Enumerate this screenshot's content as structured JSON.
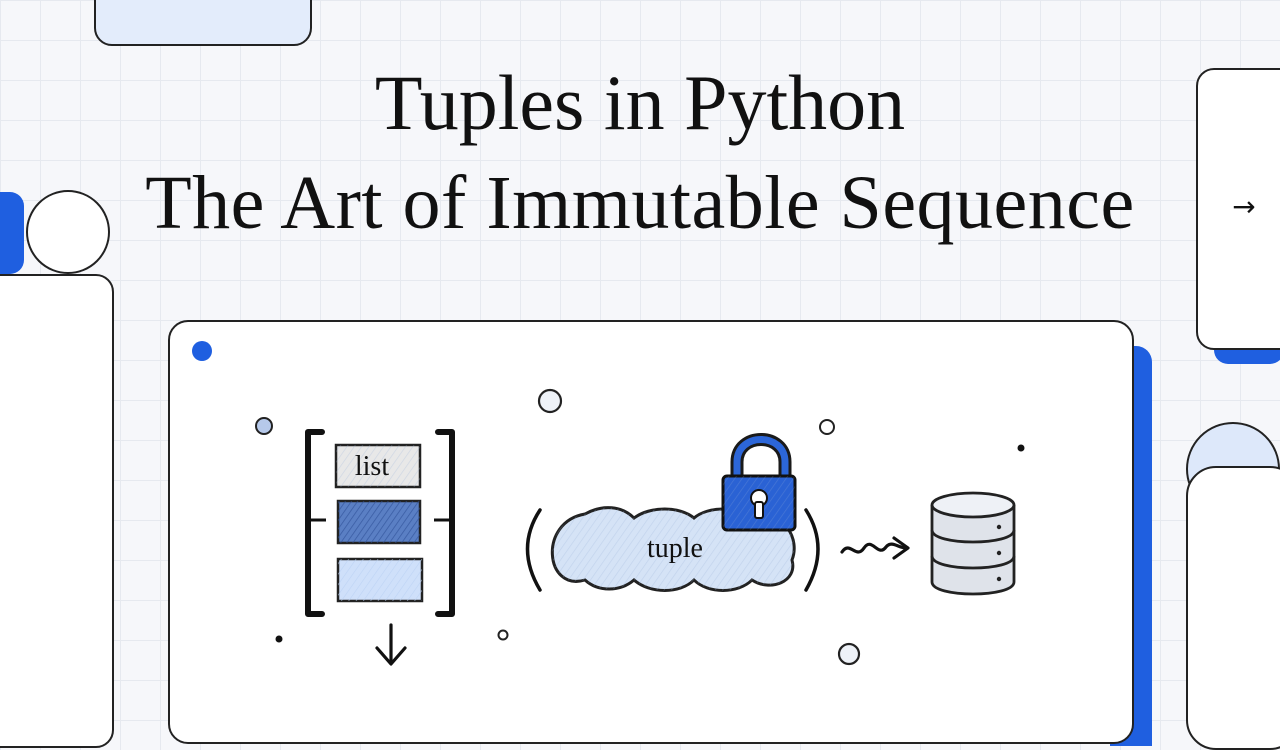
{
  "title": {
    "line1": "Tuples in Python",
    "line2": "The Art of Immutable Sequence"
  },
  "nav": {
    "next_icon": "arrow-right-icon"
  },
  "illustration": {
    "list_label": "list",
    "tuple_label": "tuple",
    "icons": [
      "lock-icon",
      "database-icon",
      "arrow-down-icon",
      "squiggle-arrow-icon"
    ]
  },
  "colors": {
    "accent_blue": "#1f5fe0",
    "light_blue": "#d9e6fb",
    "ink": "#111111",
    "background": "#f6f7fa"
  }
}
